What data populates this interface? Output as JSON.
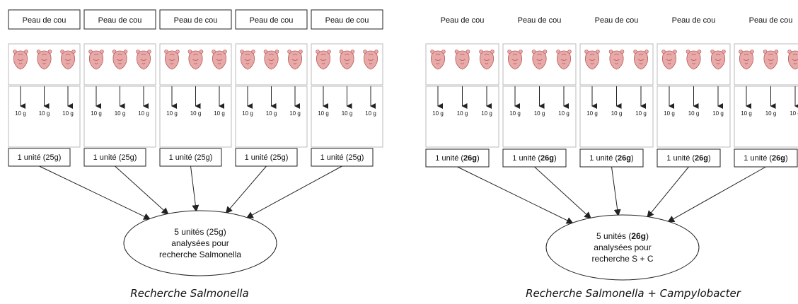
{
  "panels": [
    {
      "top_label": "Peau de cou",
      "sample": "10 g",
      "unit_prefix": "1 unité (",
      "unit_value": "25g",
      "unit_suffix": ")",
      "result_line1_prefix": "5 unités (",
      "result_line1_value": "25g",
      "result_line1_suffix": ")",
      "result_line2": "analysées pour",
      "result_line3": "recherche Salmonella",
      "caption": "Recherche Salmonella",
      "boxed_labels": true,
      "bold_value": false
    },
    {
      "top_label": "Peau de cou",
      "sample": "10 g",
      "unit_prefix": "1 unité (",
      "unit_value": "26g",
      "unit_suffix": ")",
      "result_line1_prefix": "5 unités (",
      "result_line1_value": "26g",
      "result_line1_suffix": ")",
      "result_line2": "analysées pour",
      "result_line3": "recherche S + C",
      "caption": "Recherche Salmonella + Campylobacter",
      "boxed_labels": false,
      "bold_value": true
    }
  ],
  "icons": {
    "carcass": "chicken-carcass-icon",
    "arrow": "arrow-down-icon"
  },
  "colors": {
    "carcass": "#e8a9a9",
    "carcass_dark": "#b85a5a",
    "line": "#222222"
  }
}
